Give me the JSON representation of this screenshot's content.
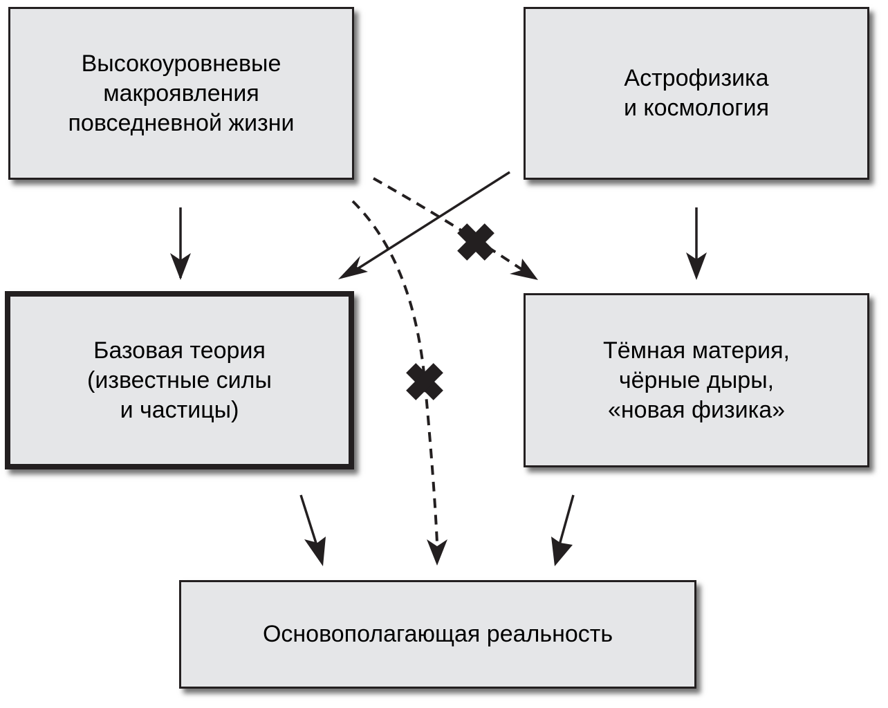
{
  "colors": {
    "box_fill": "#e5e6e8",
    "stroke": "#231f20",
    "background": "#ffffff"
  },
  "nodes": {
    "macro": {
      "label": "Высокоуровневые\nмакроявления\nповседневной жизни"
    },
    "astro": {
      "label": "Астрофизика\nи космология"
    },
    "core": {
      "label": "Базовая теория\n(известные силы\nи частицы)",
      "emphasized": true
    },
    "dark": {
      "label": "Тёмная материя,\nчёрные дыры,\n«новая физика»"
    },
    "reality": {
      "label": "Основополагающая реальность"
    }
  },
  "edges": [
    {
      "from": "macro",
      "to": "core",
      "style": "solid",
      "blocked": false
    },
    {
      "from": "astro",
      "to": "dark",
      "style": "solid",
      "blocked": false
    },
    {
      "from": "astro",
      "to": "core",
      "style": "solid",
      "blocked": false
    },
    {
      "from": "macro",
      "to": "dark",
      "style": "dashed",
      "blocked": true
    },
    {
      "from": "macro",
      "to": "reality",
      "style": "dashed",
      "blocked": true
    },
    {
      "from": "core",
      "to": "reality",
      "style": "solid",
      "blocked": false
    },
    {
      "from": "dark",
      "to": "reality",
      "style": "solid",
      "blocked": false
    }
  ]
}
